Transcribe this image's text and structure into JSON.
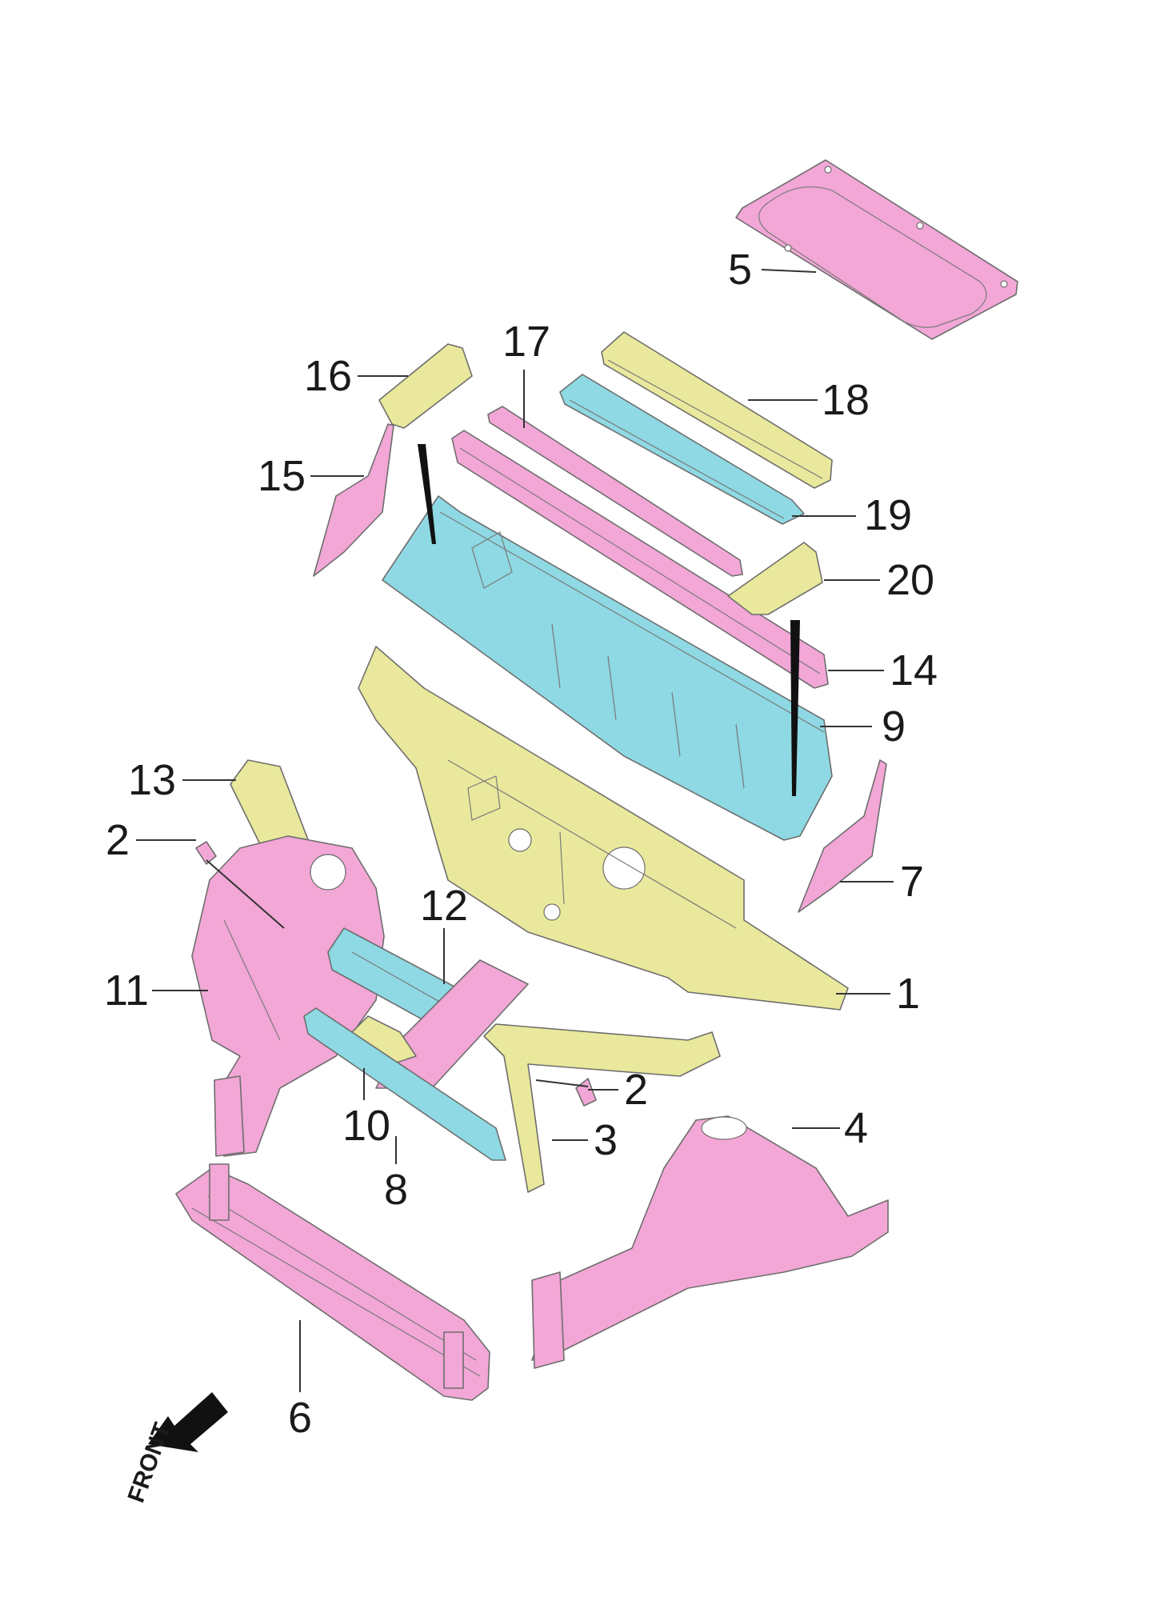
{
  "colors": {
    "pink": "#f2a7d6",
    "pink_dark": "#d97fba",
    "yellow": "#e9e89c",
    "yellow_dark": "#c9c86d",
    "cyan": "#8ed9e3",
    "cyan_dark": "#5fb6c4",
    "line": "#333333"
  },
  "callouts": {
    "c1": "1",
    "c2a": "2",
    "c2b": "2",
    "c3": "3",
    "c4": "4",
    "c5": "5",
    "c6": "6",
    "c7": "7",
    "c8": "8",
    "c9": "9",
    "c10": "10",
    "c11": "11",
    "c12": "12",
    "c13": "13",
    "c14": "14",
    "c15": "15",
    "c16": "16",
    "c17": "17",
    "c18": "18",
    "c19": "19",
    "c20": "20"
  },
  "front_label": "FRONT",
  "icons": {
    "front_arrow": "front-arrow-icon"
  }
}
